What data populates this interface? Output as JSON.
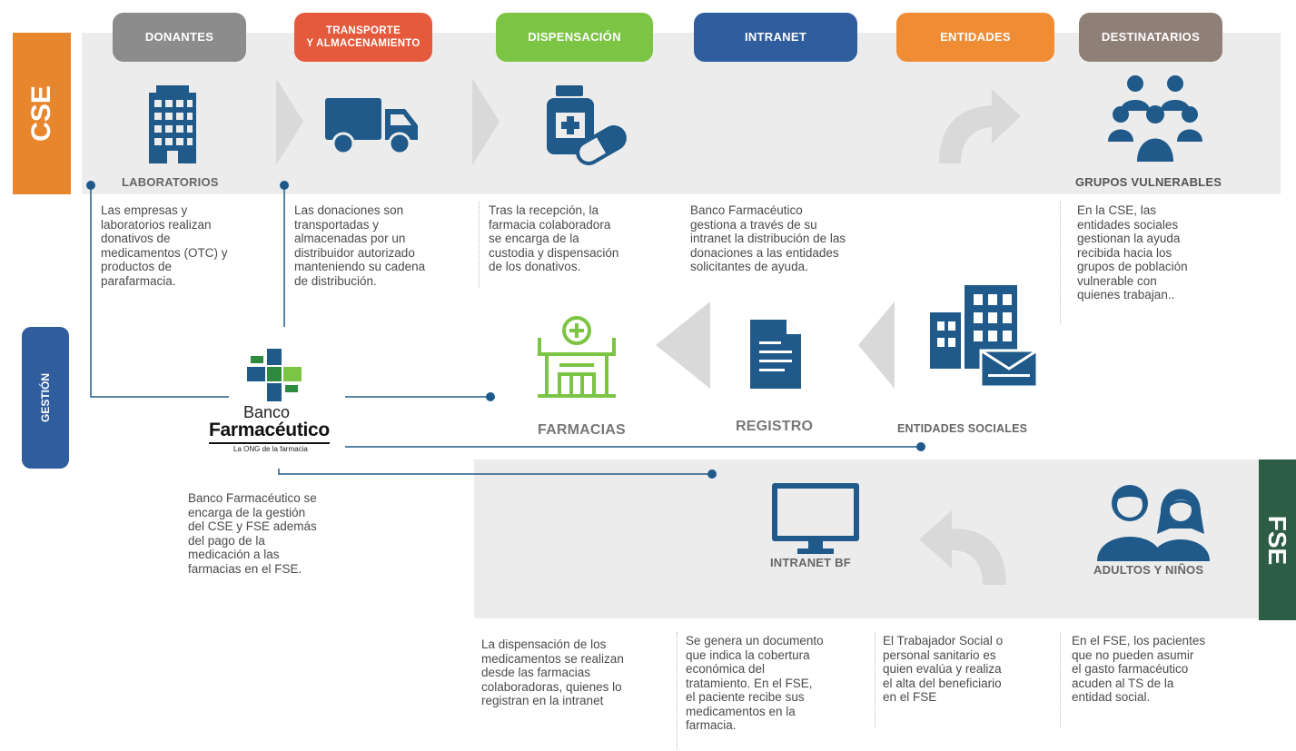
{
  "side_labels": {
    "cse": "CSE",
    "gestion": "GESTIÓN",
    "fse": "FSE"
  },
  "headers": [
    {
      "label": "DONANTES",
      "color": "#8c8c8c"
    },
    {
      "label": "TRANSPORTE\nY ALMACENAMIENTO",
      "color": "#e55a3c"
    },
    {
      "label": "DISPENSACIÓN",
      "color": "#7cc444"
    },
    {
      "label": "INTRANET",
      "color": "#2f5d9e"
    },
    {
      "label": "ENTIDADES",
      "color": "#f08c33"
    },
    {
      "label": "DESTINATARIOS",
      "color": "#8f8077"
    }
  ],
  "cse_nodes": {
    "laboratorios": "LABORATORIOS",
    "grupos_vulnerables": "GRUPOS VULNERABLES"
  },
  "cse_texts": [
    "Las empresas y\nlaboratorios realizan\ndonativos de\nmedicamentos (OTC) y\nproductos de\nparafarmacia.",
    "Las donaciones son\ntransportadas y\nalmacenadas por un\ndistribuidor autorizado\nmanteniendo su cadena\nde distribución.",
    "Tras la recepción, la\nfarmacia colaboradora\nse encarga de la\ncustodia y dispensación\nde los donativos.",
    "Banco Farmacéutico\ngestiona a través de su\nintranet la distribución de las\ndonaciones a las entidades\nsolicitantes de ayuda.",
    "En la CSE, las\nentidades sociales\ngestionan la ayuda\nrecibida hacia los\ngrupos de población\nvulnerable con\nquienes trabajan.."
  ],
  "middle_nodes": {
    "farmacias": "FARMACIAS",
    "registro": "REGISTRO",
    "entidades_sociales": "ENTIDADES SOCIALES"
  },
  "logo": {
    "line1": "Banco",
    "line2": "Farmacéutico",
    "line3": "La ONG de la farmacia"
  },
  "gestion_text": "Banco Farmacéutico se\nencarga de la gestión\ndel CSE y FSE además\ndel pago de la\nmedicación a las\nfarmacias en el FSE.",
  "fse_nodes": {
    "intranet_bf": "INTRANET BF",
    "adultos_ninos": "ADULTOS Y NIÑOS"
  },
  "fse_texts": [
    "La dispensación de los\nmedicamentos se realizan\ndesde las farmacias\ncolaboradoras, quienes lo\nregistran en la intranet",
    "Se genera un documento\nque indica la cobertura\neconómica del\ntratamiento. En el FSE,\nel paciente recibe sus\nmedicamentos en la\nfarmacia.",
    "El Trabajador Social o\npersonal sanitario es\nquien evalúa y realiza\nel alta del beneficiario\nen el FSE",
    "En el FSE, los pacientes\nque no pueden asumir\nel gasto farmacéutico\nacuden al TS de la\nentidad social."
  ],
  "colors": {
    "cse": "#e8862e",
    "gestion": "#2f5d9e",
    "fse": "#2d5e45",
    "icon_blue": "#1f5a8a",
    "icon_green": "#7cc444",
    "band": "#ececec",
    "arrow": "#d9d9d9"
  }
}
